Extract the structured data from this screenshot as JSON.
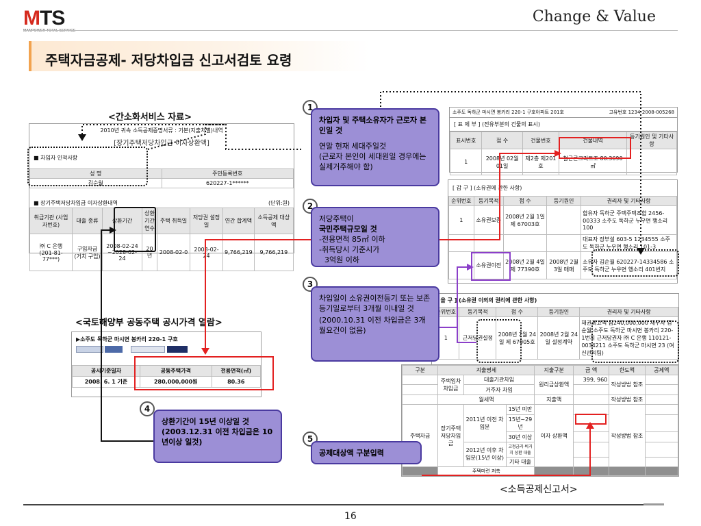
{
  "header": {
    "logo": "MTS",
    "logo_sub": "MANPOWER TOTAL SERVICE",
    "tagline": "Change & Value"
  },
  "title": "주택자금공제- 저당차입금 신고서검토 요령",
  "left_doc1": {
    "caption": "<간소화서비스 자료>",
    "top_line": "2010년 귀속 소득공제증명서류 : 기본(지출처별)내역",
    "subtitle": "[장기주택저당차입금 이자상환액]",
    "section1": "■ 차입자 인적사항",
    "person_headers": [
      "성 명",
      "주민등록번호"
    ],
    "person_row": [
      "김순월",
      "620227-1******"
    ],
    "section2": "■ 장기주택저당차입금 이자상환내역",
    "unit": "(단위:원)",
    "loan_headers": [
      "취급기관 (사업자번호)",
      "대출 종류",
      "상환기간",
      "상환 기간 연수",
      "주택 취득일",
      "저당권 설정일",
      "연간 합계액",
      "소득공제 대상액"
    ],
    "loan_row": [
      "㈜ C 은행 (201-81-77***)",
      "구입자금 (거치 구입)",
      "2008-02-24 ~2028-02-24",
      "20년",
      "2008-02-0",
      "2008-02-24",
      "9,766,219",
      "9,766,219"
    ]
  },
  "left_doc2": {
    "caption": "<국토해양부 공동주택 공시가격 열람>",
    "address": "▶소주도 독하군 마시면 봉카리 220-1 구호",
    "headers": [
      "공시기준일자",
      "공동주택가격",
      "전용면적(㎡)"
    ],
    "row": [
      "2008. 6. 1 기준",
      "280,000,000원",
      "80.36"
    ]
  },
  "callouts": [
    {
      "num": "1",
      "lines": [
        "차입자 및 주택소유자가 근로자 본인일 것",
        "연말 현재 세대주일것",
        "(근로자 본인이 세대원일 경우에는 실제거주해야 함)"
      ]
    },
    {
      "num": "2",
      "lines": [
        "저당주택이",
        "국민주택규모일 것",
        "-전용면적 85㎡ 이하",
        "-취득당시 기준시가",
        "  3억원 이하"
      ]
    },
    {
      "num": "3",
      "lines": [
        "차입일이 소유권이전등기 또는 보존등기일로부터 3개월 이내일 것",
        "(2000.10.31 이전 차입금은 3개월요건이 없음)"
      ]
    },
    {
      "num": "4",
      "lines": [
        "상환기간이 15년 이상일 것",
        "(2003.12.31 이전 차입금은 10년이상 일것)"
      ]
    },
    {
      "num": "5",
      "lines": [
        "공제대상액 구분입력"
      ]
    }
  ],
  "registry": {
    "top_line": "소주도 독하군 마시면 봉카리 220-1 구호아파트 201호",
    "top_right": "고유번호 1234-2008-005268",
    "pyo_title": "[ 표   제   부 ]  (전유부분의 건물의 표시)",
    "pyo_headers": [
      "표시번호",
      "접 수",
      "건물번호",
      "건물내역",
      "등기원인 및 기타사항"
    ],
    "pyo_row": [
      "1",
      "2008년 02월 01일",
      "제2층 제201호",
      "철근콘크리트조 80.3690㎡",
      ""
    ],
    "gap_title": "[  갑      구  ]  (소유권에 관한 사항)",
    "gap_headers": [
      "순위번호",
      "등기목적",
      "접 수",
      "등기원인",
      "권리자 및 기타사항"
    ],
    "gap_row1": [
      "1",
      "소유권보존",
      "2008년 2월 1일 제 67003호",
      "",
      "합유자 독하군 주택주택조합 2456-00333 소주도 독하군 누우면 행소리 100"
    ],
    "gap_row1b": "대표자 장부설 603-5 1234555 소주도 독하군 누우면 행소리 101-3",
    "gap_row2": [
      "",
      "소유권이전",
      "2008년 2월 4일 제 77390호",
      "2008년 2월 3일 매매",
      "소유자 김순월 620227-14334586 소주도 독하군 누우면 행소리 401번지"
    ],
    "eul_title": "[  을      구  ]  (소유권 이외의 권리에 관한 사항)",
    "eul_headers": [
      "순위번호",
      "등기목적",
      "접 수",
      "등기원인",
      "권리자 및 기타사항"
    ],
    "eul_row": [
      "1",
      "근저당권설정",
      "2008년 2월 24일 제 67005호",
      "2008년 2월 24일 설정계약",
      "채권최고액 금240,000,000 채무자 김순월 소주도 독하군 마시면 봉카리 220-1번지 근저당권자 ㈜ C 은행 110121-0034211 소주도 독하군 마시면 23 (여신관리팀)"
    ]
  },
  "tax_form": {
    "caption": "<소득공제신고서>",
    "headers": [
      "구분",
      "지출명세",
      "지출구분",
      "금  액",
      "한도액",
      "공제액"
    ],
    "rows": {
      "r1a": "주택임차차입금",
      "r1b": "대출기관차입",
      "r1c": "거주자 차입",
      "r1d": "원리금상환액",
      "r1e": "399, 960",
      "r1f": "작성방법 참조",
      "r2a": "월세액",
      "r2b": "지출액",
      "r2c": "작성방법 참조",
      "r3main": "주택자금",
      "r3a": "장기주택 저당차입금",
      "r3b": "2011년 이전 차입분",
      "r3b1": "15년 미만",
      "r3b2": "15년~29년",
      "r3b3": "30년 이상",
      "r3c": "2012년 이후 차입분(15년 이상)",
      "r3c1": "고정금리·비거치 상환 대출",
      "r3c2": "기타 대출",
      "r3d": "이자 상환액",
      "r3e": "작성방법 참조",
      "r4": "주택마련 저축"
    }
  },
  "footer": {
    "page": "16"
  }
}
